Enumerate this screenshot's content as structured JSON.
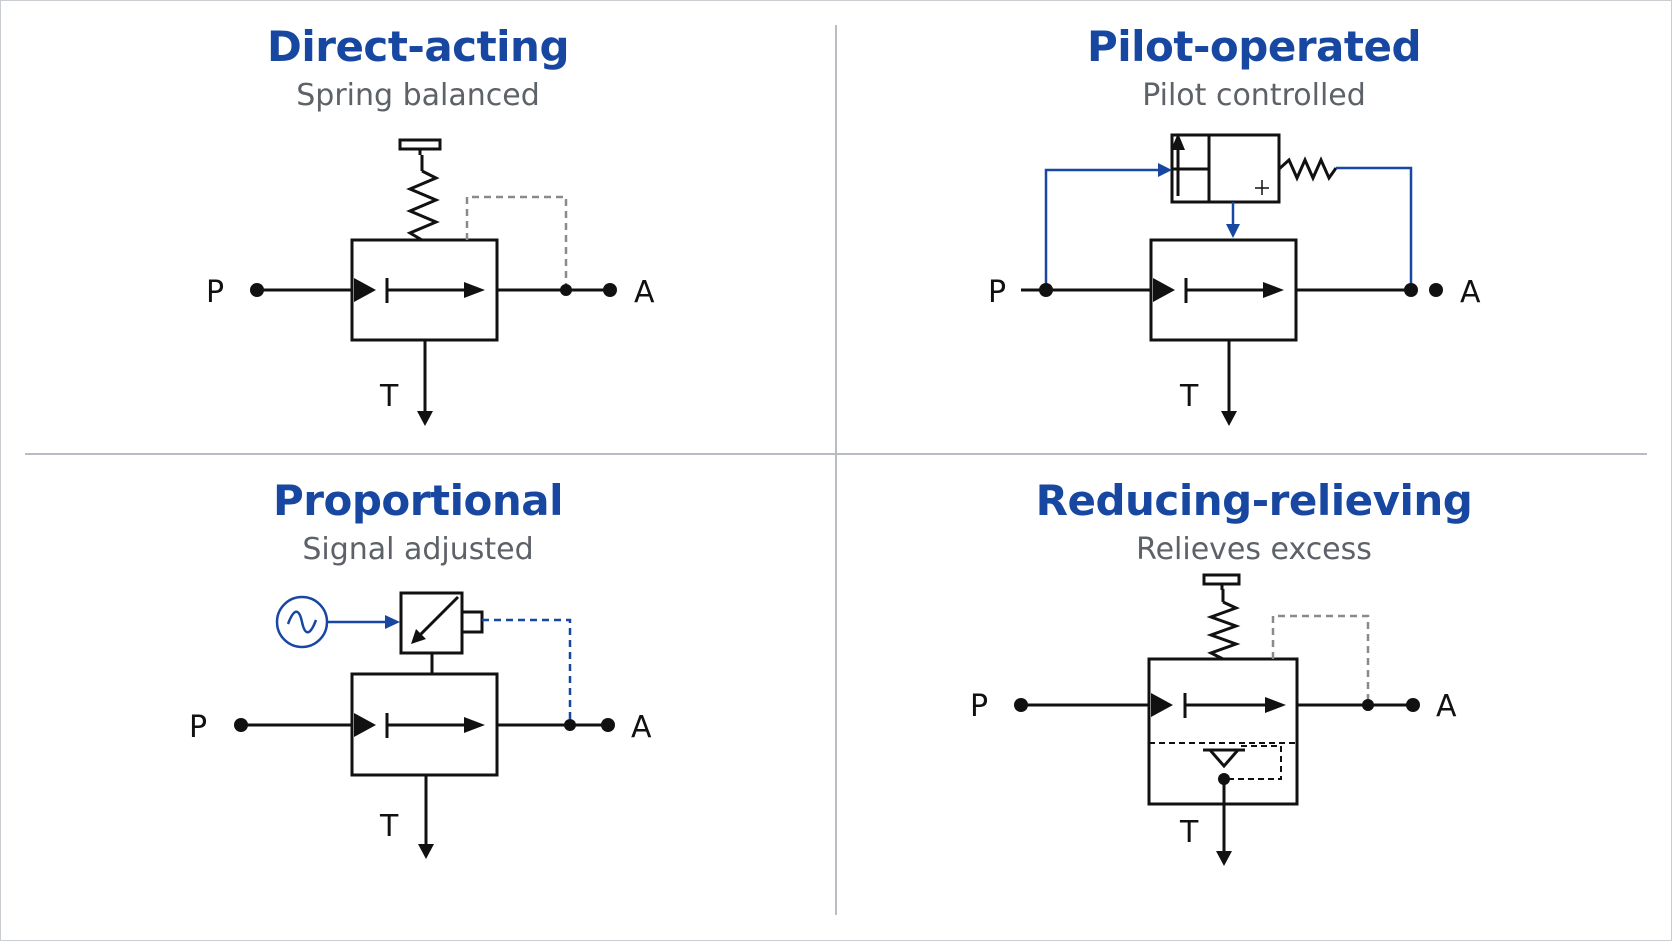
{
  "colors": {
    "title": "#1747a0",
    "subtitle": "#5d6168",
    "line": "#111111",
    "pilot": "#1747a0",
    "dashed": "#8a8a8a",
    "divider": "#b9bcc2"
  },
  "panels": [
    {
      "title": "Direct-acting",
      "subtitle": "Spring balanced",
      "ports": {
        "p": "P",
        "a": "A",
        "t": "T"
      }
    },
    {
      "title": "Pilot-operated",
      "subtitle": "Pilot controlled",
      "ports": {
        "p": "P",
        "a": "A",
        "t": "T"
      }
    },
    {
      "title": "Proportional",
      "subtitle": "Signal adjusted",
      "ports": {
        "p": "P",
        "a": "A",
        "t": "T"
      }
    },
    {
      "title": "Reducing-relieving",
      "subtitle": "Relieves excess",
      "ports": {
        "p": "P",
        "a": "A",
        "t": "T"
      }
    }
  ]
}
